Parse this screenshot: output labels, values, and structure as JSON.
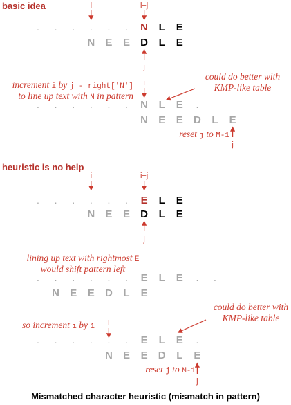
{
  "colors": {
    "accent": "#b5302a",
    "dim": "#a7a7a7",
    "ink": "#000000",
    "arrow": "#cc3a2e"
  },
  "headings": {
    "basic_idea": "basic idea",
    "no_help": "heuristic is no help"
  },
  "labels": {
    "i": "i",
    "i_plus_j": "i+j",
    "j": "j"
  },
  "chars": {
    "dot": ".",
    "N": "N",
    "E": "E",
    "D": "D",
    "L": "L"
  },
  "notes": {
    "increment_by_right_n": {
      "p1": "increment ",
      "c1": "i",
      "p2": " by ",
      "c2": "j - right['N']",
      "line2a": "to line up text with ",
      "c3": "N",
      "line2b": " in pattern"
    },
    "kmp_table": {
      "line1": "could do better with",
      "line2": "KMP-like table"
    },
    "reset_j": {
      "p1": "reset ",
      "c1": "j",
      "p2": " to ",
      "c2": "M-1"
    },
    "lining_up": {
      "line1a": "lining up text with rightmost ",
      "c1": "E",
      "line2": "would shift pattern left"
    },
    "increment_by_one": {
      "p1": "so increment ",
      "c1": "i",
      "p2": " by ",
      "c2": "1"
    }
  },
  "caption": "Mismatched character heuristic (mismatch in pattern)"
}
